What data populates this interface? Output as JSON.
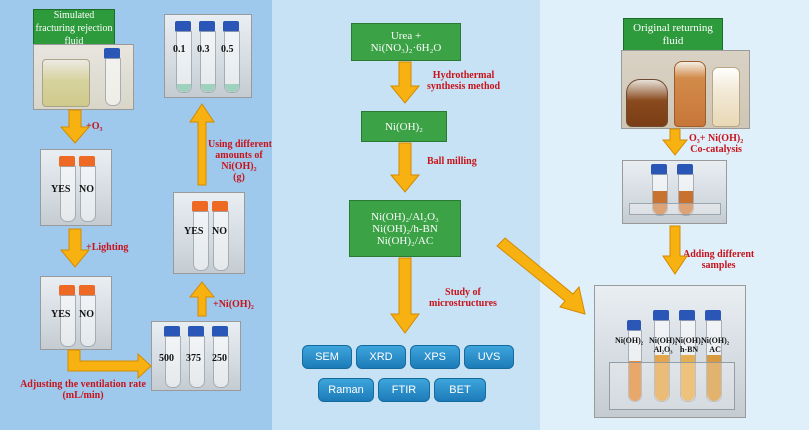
{
  "left": {
    "title": "Simulated fracturing rejection fluid",
    "tube_labels_yesno": {
      "yes": "YES",
      "no": "NO"
    },
    "step_ozone": "+O₃",
    "step_light": "+Lighting",
    "step_ventilation": "Adjusting the ventilation rate (mL/min)",
    "vent_rates": [
      "500",
      "375",
      "250"
    ],
    "step_add_nioh": "+Ni(OH)₂",
    "step_amounts": [
      "Using different",
      "amounts of",
      "Ni(OH)₂",
      "(g)"
    ],
    "amounts": [
      "0.1",
      "0.3",
      "0.5"
    ]
  },
  "middle": {
    "box_reagents": [
      "Urea +",
      "Ni(NO₃)₂·6H₂O"
    ],
    "label_hydro": [
      "Hydrothermal",
      "synthesis method"
    ],
    "box_nioh": "Ni(OH)₂",
    "label_ball": "Ball milling",
    "box_composites": [
      "Ni(OH)₂/Al₂O₃",
      "Ni(OH)₂/h-BN",
      "Ni(OH)₂/AC"
    ],
    "label_study": [
      "Study of",
      "microstructures"
    ],
    "techniques_row1": [
      "SEM",
      "XRD",
      "XPS",
      "UVS"
    ],
    "techniques_row2": [
      "Raman",
      "FTIR",
      "BET"
    ]
  },
  "right": {
    "title": [
      "Original returning",
      "fluid"
    ],
    "label_cocat": [
      "O₃+ Ni(OH)₂",
      "Co-catalysis"
    ],
    "label_adding": [
      "Adding different",
      "samples"
    ],
    "sample_labels": [
      "Ni(OH)₂",
      "Ni(OH)₂",
      "Al₂O₃",
      "Ni(OH)₂",
      "h-BN",
      "Ni(OH)₂",
      "AC"
    ]
  },
  "colors": {
    "arrow": "#f7b211",
    "arrow_edge": "#d48a00",
    "red_text": "#c8131b",
    "green_box": "#3ba246",
    "pill_blue": "#1c7bb9"
  }
}
